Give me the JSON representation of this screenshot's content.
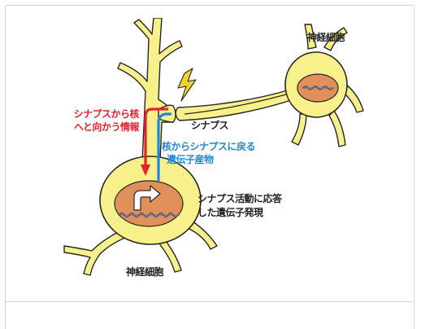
{
  "figure": {
    "labels": {
      "upper_neuron": "神経細胞",
      "lower_neuron": "神経細胞",
      "synapse": "シナプス",
      "red_signal_line1": "シナプスから核",
      "red_signal_line2": "へと向かう情報",
      "blue_signal_line1": "核からシナプスに戻る",
      "blue_signal_line2": "遺伝子産物",
      "activity_line1": "シナプス活動に応答",
      "activity_line2": "した遺伝子発現"
    },
    "colors": {
      "neuron_fill": "#f8f08a",
      "neuron_outline": "#262626",
      "nucleus_fill": "#e2905a",
      "red_signal": "#e8202a",
      "blue_signal": "#1e88d8",
      "spark": "#f3d22c"
    }
  }
}
